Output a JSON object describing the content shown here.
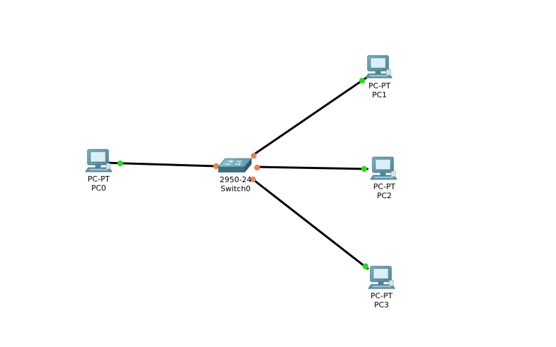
{
  "devices": [
    {
      "id": "pc0",
      "kind": "pc",
      "model": "PC-PT",
      "name": "PC0"
    },
    {
      "id": "switch0",
      "kind": "switch",
      "model": "2950-24",
      "name": "Switch0"
    },
    {
      "id": "pc1",
      "kind": "pc",
      "model": "PC-PT",
      "name": "PC1"
    },
    {
      "id": "pc2",
      "kind": "pc",
      "model": "PC-PT",
      "name": "PC2"
    },
    {
      "id": "pc3",
      "kind": "pc",
      "model": "PC-PT",
      "name": "PC3"
    }
  ],
  "links": [
    {
      "from": "pc0",
      "to": "switch0",
      "from_status": "up",
      "to_status": "blocking"
    },
    {
      "from": "switch0",
      "to": "pc1",
      "from_status": "blocking",
      "to_status": "up"
    },
    {
      "from": "switch0",
      "to": "pc2",
      "from_status": "blocking",
      "to_status": "up"
    },
    {
      "from": "switch0",
      "to": "pc3",
      "from_status": "blocking",
      "to_status": "up"
    }
  ],
  "colors": {
    "link": "#000000",
    "port_up": "#22dd22",
    "port_blocking": "#f08050",
    "device_body": "#5f9aab",
    "device_dark": "#3e6f80",
    "screen": "#dbeff6"
  },
  "icons": {
    "pc": "pc-icon",
    "switch": "switch-icon"
  }
}
